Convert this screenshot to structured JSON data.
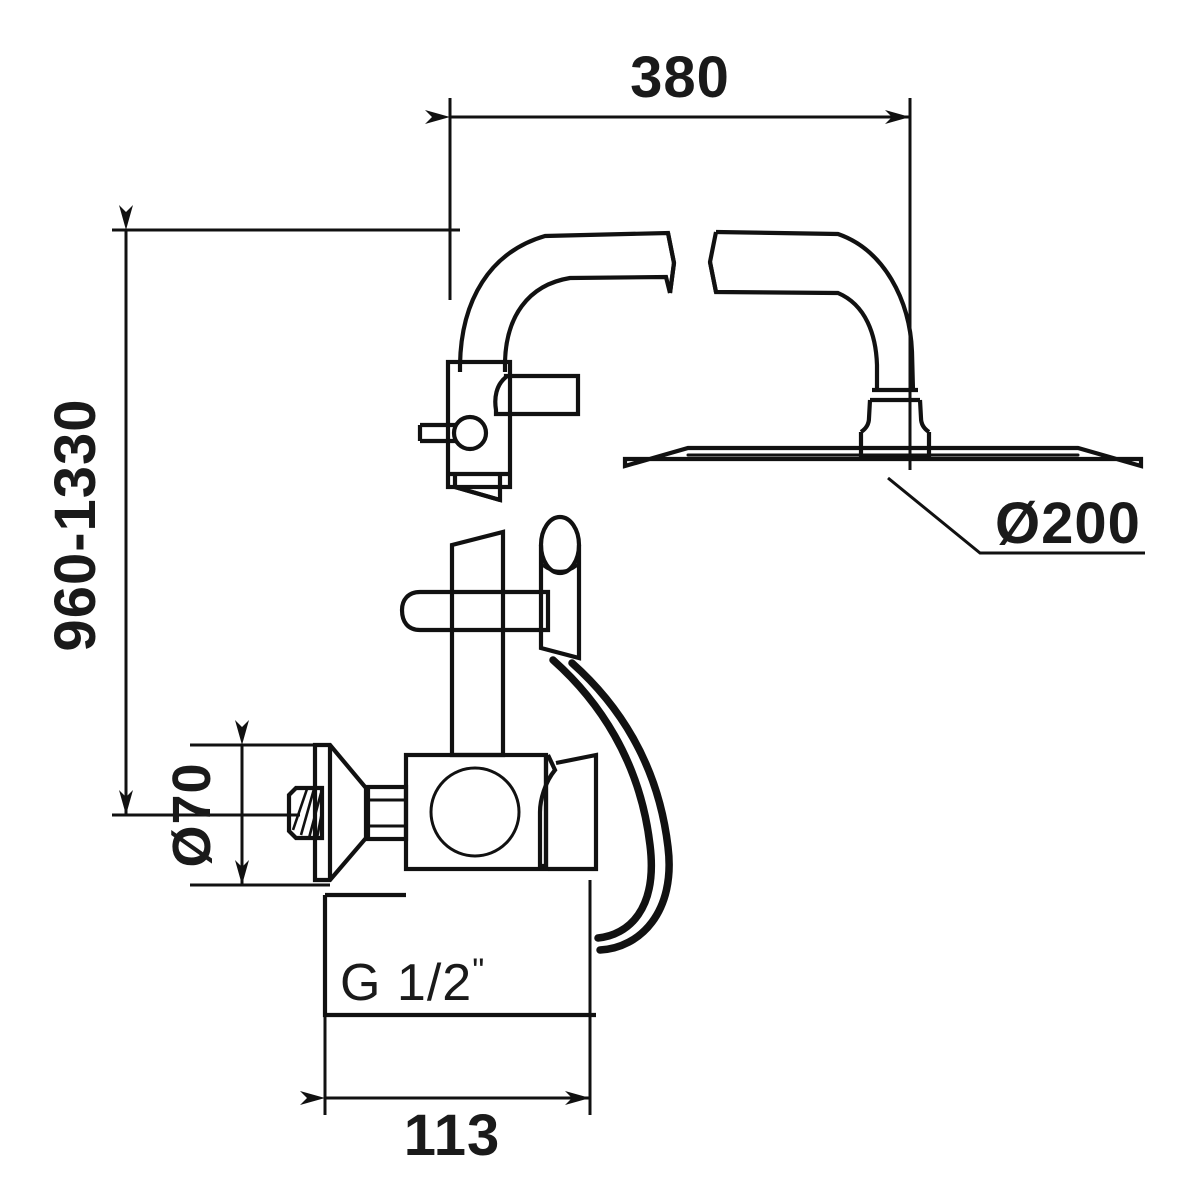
{
  "drawing": {
    "type": "technical-line-drawing",
    "subject": "wall-mounted shower mixer with rain shower head and hand shower hose",
    "background_color": "#ffffff",
    "line_color": "#111111",
    "units": "mm"
  },
  "dimensions": {
    "projection_380": {
      "label": "380",
      "name": "shower-arm-projection",
      "orientation": "horizontal",
      "value": 380,
      "unit": "mm"
    },
    "height_range": {
      "label": "960-1330",
      "name": "installation-height-range",
      "orientation": "vertical",
      "min": 960,
      "max": 1330,
      "unit": "mm"
    },
    "head_diameter": {
      "label": "Ø200",
      "name": "shower-head-diameter",
      "value": 200,
      "unit": "mm"
    },
    "escutcheon_diameter": {
      "label": "Ø70",
      "name": "escutcheon-diameter",
      "value": 70,
      "unit": "mm"
    },
    "body_width": {
      "label": "113",
      "name": "mixer-body-width",
      "value": 113,
      "unit": "mm"
    }
  },
  "annotations": {
    "thread_spec": {
      "prefix": "G 1/2",
      "suffix": "\"",
      "full": "G 1/2\"",
      "name": "inlet-thread-specification"
    }
  },
  "parts": {
    "shower_arm": "shower-arm",
    "shower_head": "rain-shower-head-plate",
    "wall_bracket": "upper-wall-bracket",
    "mixer_body": "mixer-valve-body",
    "escutcheon": "wall-escutcheon-flange",
    "riser": "riser-pipe",
    "cross_handle": "cross-handle-lever",
    "hose": "flexible-shower-hose",
    "hose_connector": "hose-connector-stem",
    "thread_nipple": "threaded-inlet-nipple",
    "ball_joint": "shower-head-ball-joint"
  }
}
